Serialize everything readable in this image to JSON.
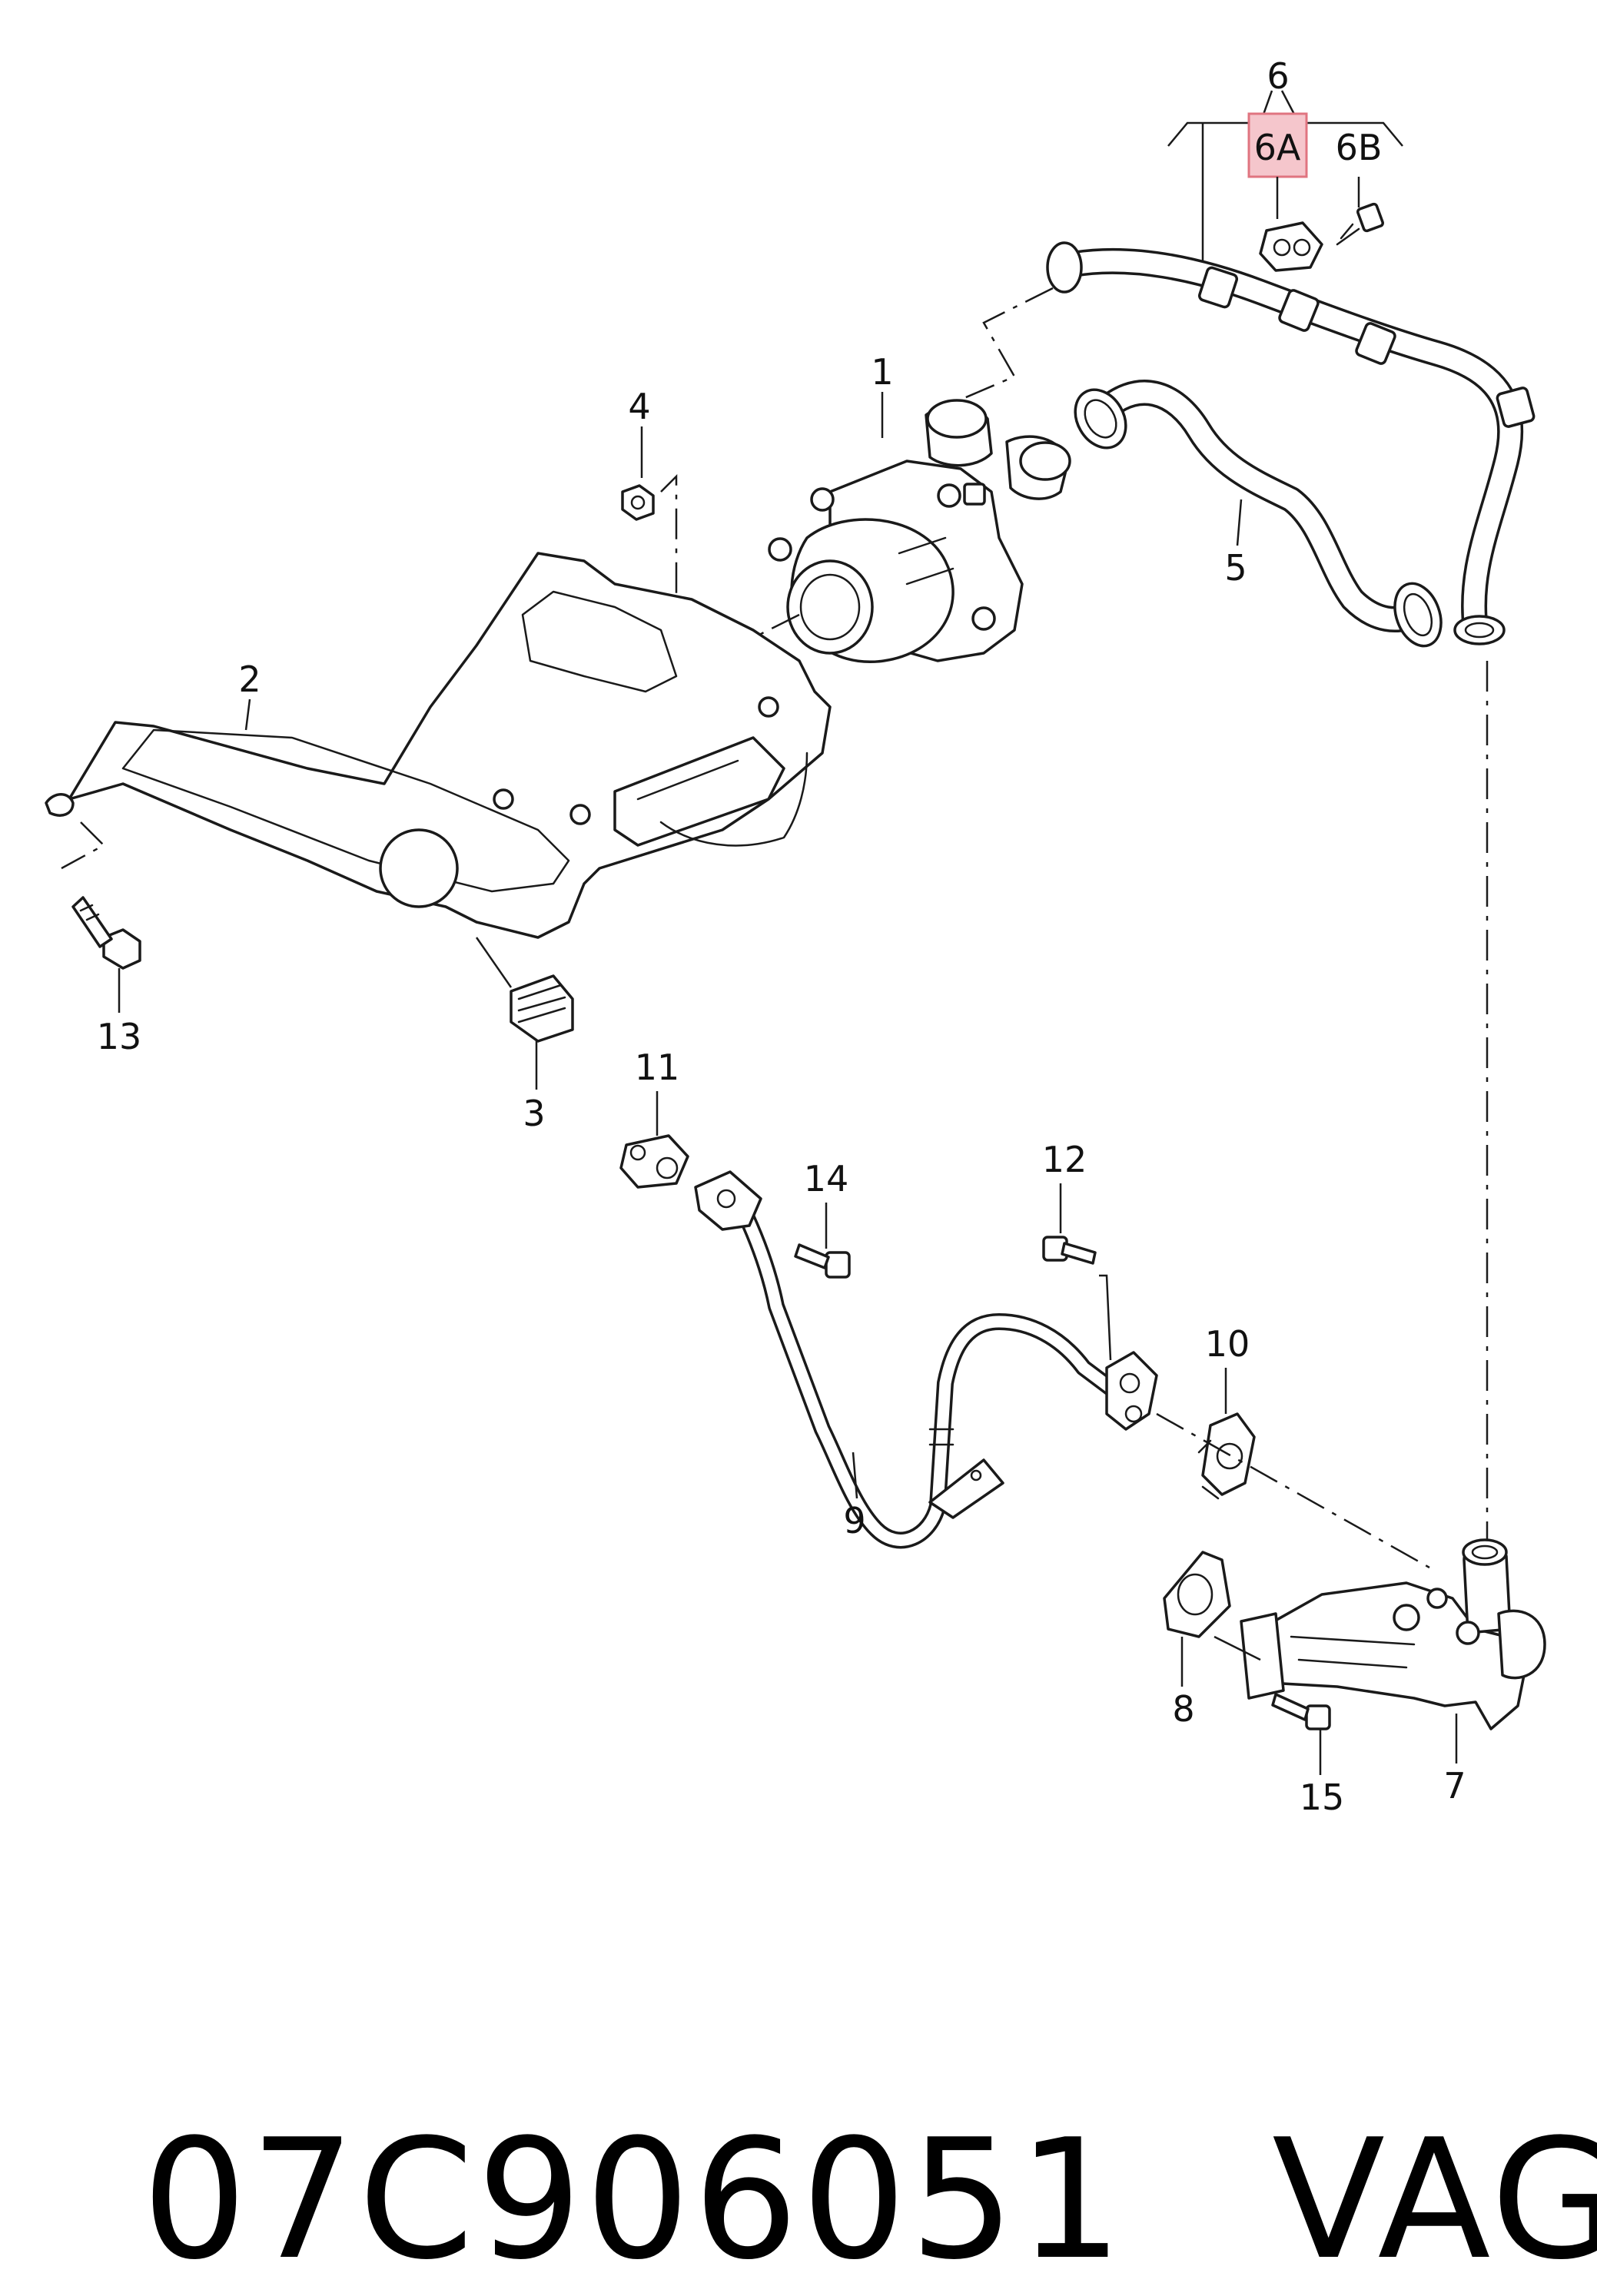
{
  "callouts": {
    "c1": "1",
    "c2": "2",
    "c3": "3",
    "c4": "4",
    "c5": "5",
    "c6": "6",
    "c6a": "6A",
    "c6b": "6B",
    "c7": "7",
    "c8": "8",
    "c9": "9",
    "c10": "10",
    "c11": "11",
    "c12": "12",
    "c13": "13",
    "c14": "14",
    "c15": "15"
  },
  "highlight": {
    "callout": "6A",
    "color": "#f5c6cc"
  },
  "footer": {
    "part_number": "07C906051",
    "brand": "VAG"
  }
}
